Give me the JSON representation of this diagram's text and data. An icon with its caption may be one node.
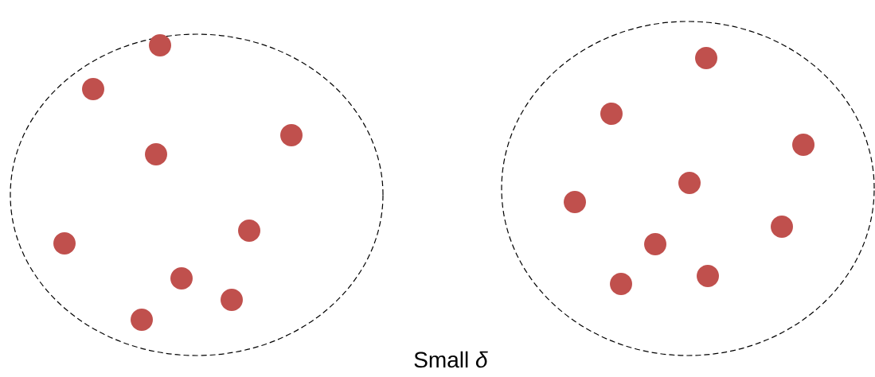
{
  "diagram": {
    "nodes": [
      {
        "text": [],
        "shape": "circle"
      },
      {
        "text": [],
        "shape": "circle",
        "in": 0
      },
      {
        "text": [],
        "shape": "circle",
        "in": 0
      },
      {
        "text": [],
        "shape": "circle",
        "in": 0
      },
      {
        "text": [],
        "shape": "circle",
        "in": 0
      },
      {
        "text": [],
        "shape": "circle",
        "in": 0
      },
      {
        "text": [],
        "shape": "circle",
        "in": 0
      },
      {
        "text": [],
        "shape": "circle",
        "in": 0
      },
      {
        "text": [],
        "shape": "circle",
        "in": 0
      },
      {
        "text": [],
        "shape": "circle",
        "in": 0
      },
      {
        "text": [],
        "shape": "circle"
      },
      {
        "text": [],
        "shape": "circle",
        "in": 10
      },
      {
        "text": [],
        "shape": "circle",
        "in": 10
      },
      {
        "text": [],
        "shape": "circle",
        "in": 10
      },
      {
        "text": [],
        "shape": "circle",
        "in": 10
      },
      {
        "text": [],
        "shape": "circle",
        "in": 10
      },
      {
        "text": [],
        "shape": "circle",
        "in": 10
      },
      {
        "text": [],
        "shape": "circle",
        "in": 10
      },
      {
        "text": [],
        "shape": "circle",
        "in": 10
      },
      {
        "text": [],
        "shape": "circle",
        "in": 10
      }
    ],
    "labels": [
      "Small *δ*"
    ]
  }
}
